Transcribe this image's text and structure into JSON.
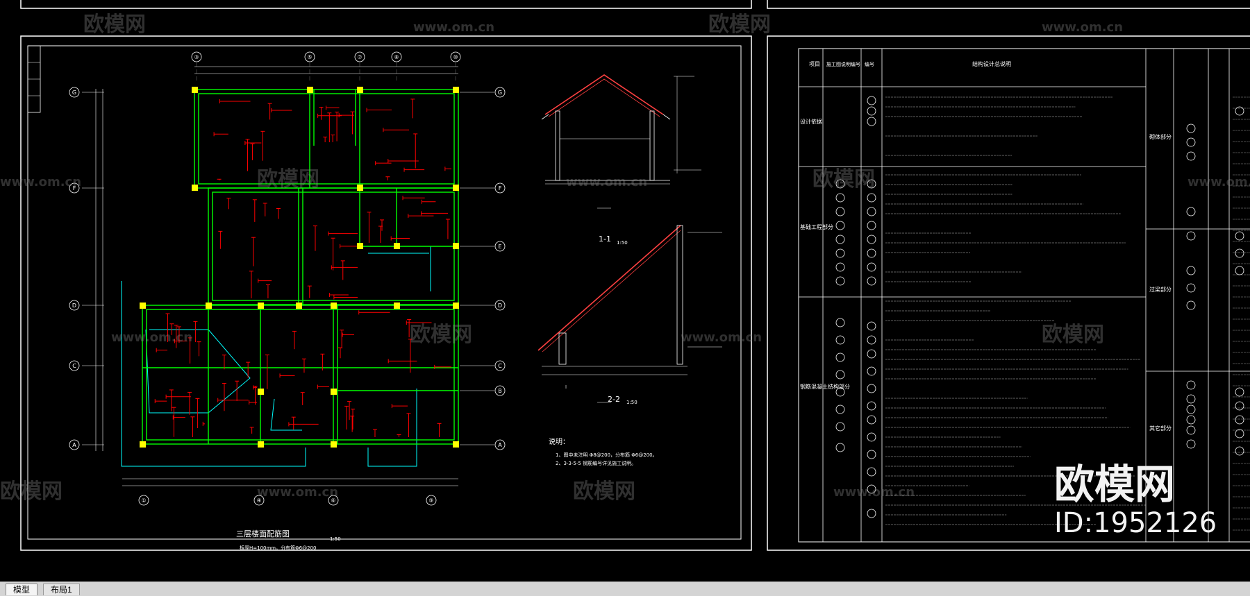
{
  "drawing": {
    "plan_title": "三层楼面配筋图",
    "plan_scale": "1:50",
    "plan_note": "板厚H=100mm，分布筋Φ6@200",
    "section_1_title": "1-1",
    "section_1_scale": "1:50",
    "section_2_title": "2-2",
    "section_2_scale": "1:50",
    "notes_heading": "说明：",
    "note_1": "1、图中未注明 Φ8@200，分布筋 Φ6@200。",
    "note_2": "2、3-3-5-5 钢筋编号详见施工说明。",
    "axis_top": [
      "③",
      "⑤",
      "⑦",
      "⑧",
      "⑩"
    ],
    "axis_bottom": [
      "①",
      "④",
      "⑥",
      "⑨"
    ],
    "axis_left": [
      "G",
      "F",
      "D",
      "C",
      "A"
    ],
    "axis_right": [
      "G",
      "F",
      "E",
      "D",
      "C",
      "B",
      "A"
    ],
    "spec_header_item": "项目",
    "spec_header_ref": "施工图说明编号",
    "spec_header_no": "编号",
    "spec_header_content": "结构设计总说明",
    "spec_row_labels": [
      "设计依据",
      "基础工程部分",
      "钢筋混凝土结构部分"
    ],
    "spec_row_labels_right": [
      "砌体部分",
      "过梁部分",
      "其它部分"
    ]
  },
  "watermark": {
    "brand": "欧模网",
    "site": "www.om.cn",
    "id_text": "ID:1952126"
  },
  "tabs": [
    {
      "label": "模型",
      "active": true
    },
    {
      "label": "布局1",
      "active": false
    }
  ],
  "colors": {
    "background": "#000000",
    "frame": "#ffffff",
    "walls": "#00ff00",
    "rebar": "#ff0000",
    "columns": "#ffff00",
    "cyan": "#00ffff",
    "annotation": "#ffffff"
  }
}
